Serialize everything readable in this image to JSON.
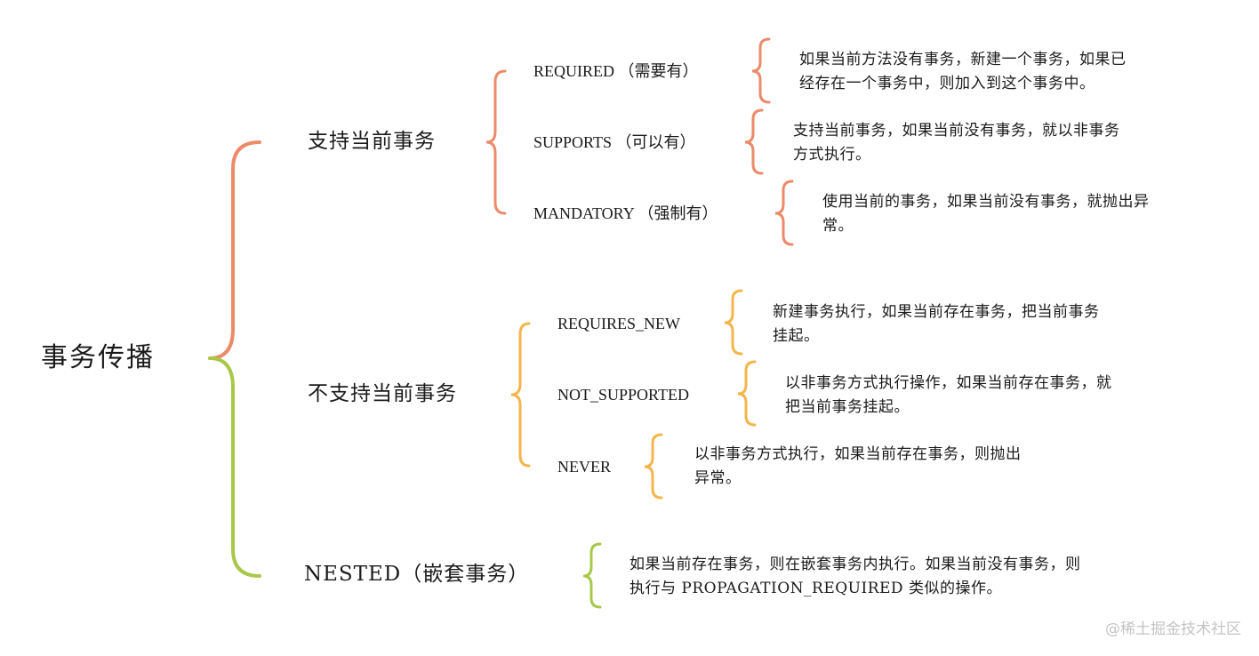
{
  "root": {
    "label": "事务传播"
  },
  "colors": {
    "support_brace": "#ec8a6a",
    "unsupported_brace": "#f4b54b",
    "nested_brace": "#a8c84a"
  },
  "groups": {
    "support": {
      "label": "支持当前事务",
      "items": [
        {
          "name": "REQUIRED （需要有）",
          "desc": [
            "如果当前方法没有事务，新建一个事务，如果已",
            "经存在一个事务中，则加入到这个事务中。"
          ]
        },
        {
          "name": "SUPPORTS （可以有）",
          "desc": [
            "支持当前事务，如果当前没有事务，就以非事务",
            "方式执行。"
          ]
        },
        {
          "name": "MANDATORY （强制有）",
          "desc": [
            "使用当前的事务，如果当前没有事务，就抛出异",
            "常。"
          ]
        }
      ]
    },
    "unsupported": {
      "label": "不支持当前事务",
      "items": [
        {
          "name": "REQUIRES_NEW",
          "desc": [
            "新建事务执行，如果当前存在事务，把当前事务",
            "挂起。"
          ]
        },
        {
          "name": "NOT_SUPPORTED",
          "desc": [
            "以非事务方式执行操作，如果当前存在事务，就",
            "把当前事务挂起。"
          ]
        },
        {
          "name": "NEVER",
          "desc": [
            "以非事务方式执行，如果当前存在事务，则抛出",
            "异常。"
          ]
        }
      ]
    },
    "nested": {
      "label": "NESTED（嵌套事务）",
      "desc": [
        "如果当前存在事务，则在嵌套事务内执行。如果当前没有事务，则",
        "执行与 PROPAGATION_REQUIRED 类似的操作。"
      ]
    }
  },
  "watermark": "@稀土掘金技术社区"
}
